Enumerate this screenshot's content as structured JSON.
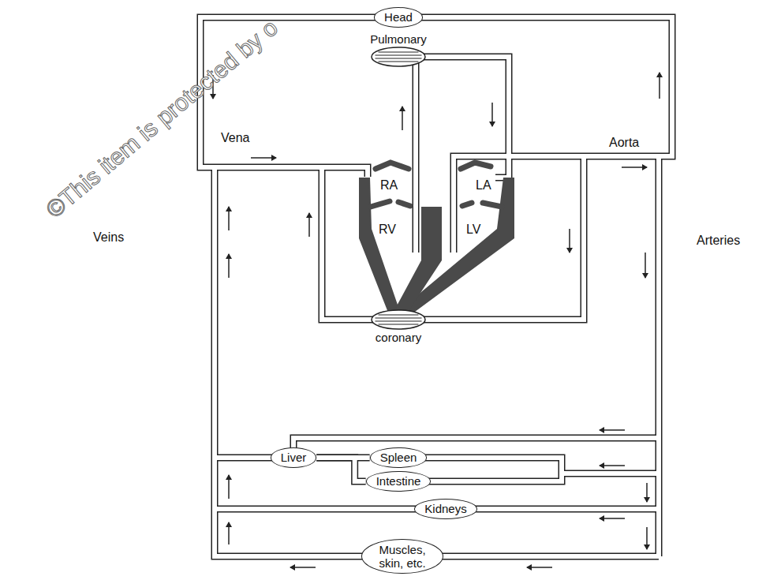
{
  "diagram": {
    "nodes": [
      {
        "text": [
          "Head"
        ]
      },
      {
        "text": [
          "Pulmonary"
        ]
      },
      {
        "text": [
          "coronary"
        ]
      },
      {
        "text": [
          "Liver"
        ]
      },
      {
        "text": [
          "Spleen"
        ]
      },
      {
        "text": [
          "Intestine"
        ]
      },
      {
        "text": [
          "Kidneys"
        ]
      },
      {
        "text": [
          "Muscles, skin, etc."
        ]
      }
    ],
    "edges": [
      {
        "from": 4,
        "to": 3,
        "arrow": "none"
      },
      {
        "from": 5,
        "to": 3,
        "arrow": "none"
      }
    ],
    "labels": [
      "Vena",
      "Aorta",
      "Veins",
      "Arteries",
      "RA",
      "LA",
      "RV",
      "LV",
      "©This item is protected by o"
    ]
  }
}
